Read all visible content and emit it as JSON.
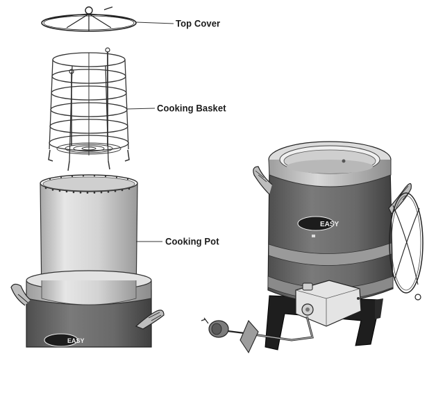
{
  "labels": {
    "top_cover": "Top Cover",
    "cooking_basket": "Cooking Basket",
    "cooking_pot": "Cooking Pot"
  },
  "brand": {
    "logo_text": "EASY"
  },
  "colors": {
    "pot_gray": "#d9d9d9",
    "fryer_dark": "#6b6b6b",
    "fryer_band": "#8a8a8a",
    "stand_black": "#1e1e1e",
    "line": "#333333"
  }
}
